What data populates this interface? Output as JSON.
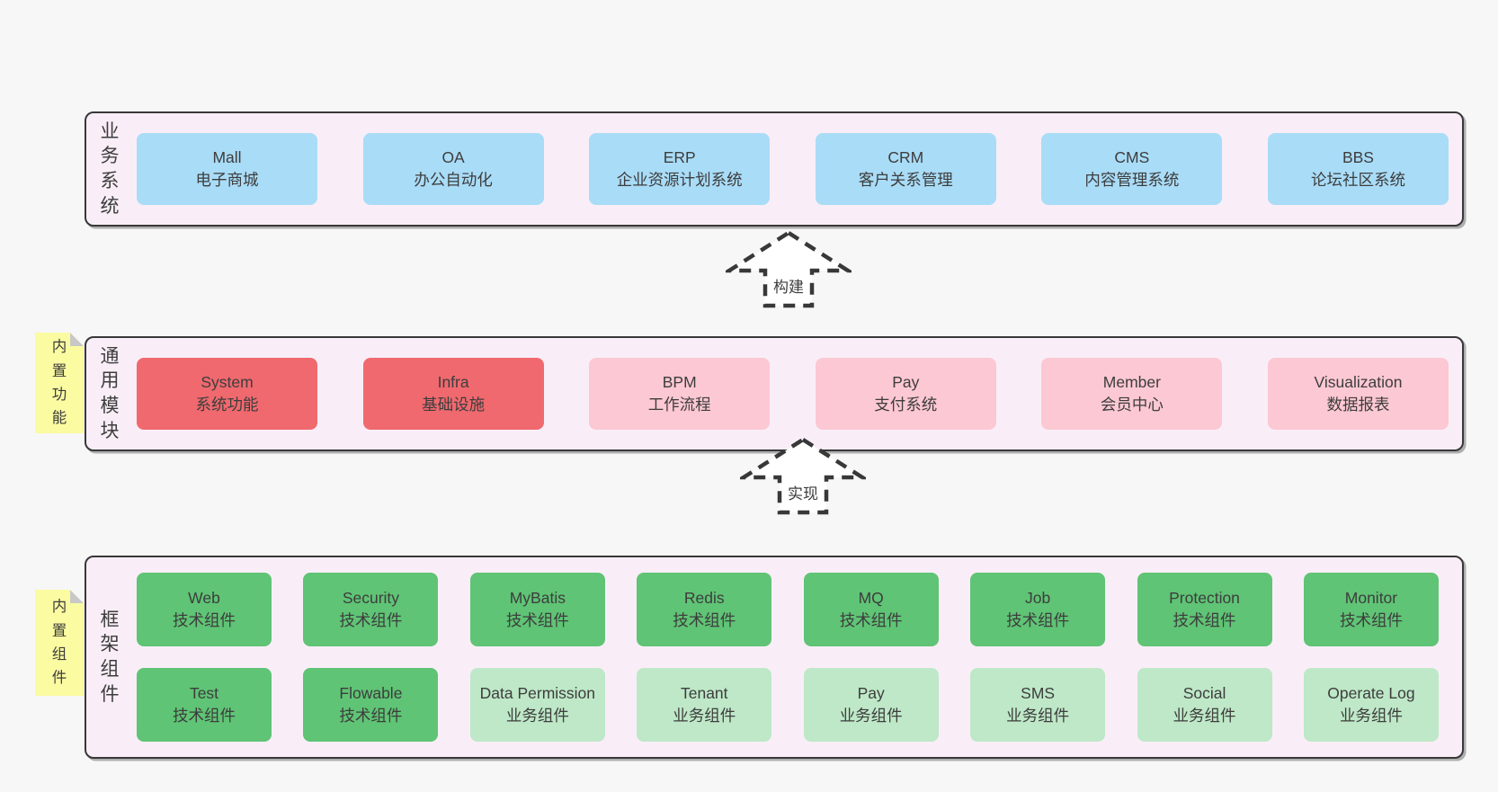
{
  "bands": [
    {
      "label": "业务系统",
      "boxes": [
        {
          "name": "Mall",
          "desc": "电子商城",
          "variant": "blue"
        },
        {
          "name": "OA",
          "desc": "办公自动化",
          "variant": "blue"
        },
        {
          "name": "ERP",
          "desc": "企业资源计划系统",
          "variant": "blue"
        },
        {
          "name": "CRM",
          "desc": "客户关系管理",
          "variant": "blue"
        },
        {
          "name": "CMS",
          "desc": "内容管理系统",
          "variant": "blue"
        },
        {
          "name": "BBS",
          "desc": "论坛社区系统",
          "variant": "blue"
        }
      ]
    },
    {
      "label": "通用模块",
      "sticky": "内置功能",
      "boxes": [
        {
          "name": "System",
          "desc": "系统功能",
          "variant": "red"
        },
        {
          "name": "Infra",
          "desc": "基础设施",
          "variant": "red"
        },
        {
          "name": "BPM",
          "desc": "工作流程",
          "variant": "pink"
        },
        {
          "name": "Pay",
          "desc": "支付系统",
          "variant": "pink"
        },
        {
          "name": "Member",
          "desc": "会员中心",
          "variant": "pink"
        },
        {
          "name": "Visualization",
          "desc": "数据报表",
          "variant": "pink"
        }
      ]
    },
    {
      "label": "框架组件",
      "sticky": "内置组件",
      "rows": [
        [
          {
            "name": "Web",
            "desc": "技术组件",
            "variant": "green"
          },
          {
            "name": "Security",
            "desc": "技术组件",
            "variant": "green"
          },
          {
            "name": "MyBatis",
            "desc": "技术组件",
            "variant": "green"
          },
          {
            "name": "Redis",
            "desc": "技术组件",
            "variant": "green"
          },
          {
            "name": "MQ",
            "desc": "技术组件",
            "variant": "green"
          },
          {
            "name": "Job",
            "desc": "技术组件",
            "variant": "green"
          },
          {
            "name": "Protection",
            "desc": "技术组件",
            "variant": "green"
          },
          {
            "name": "Monitor",
            "desc": "技术组件",
            "variant": "green"
          }
        ],
        [
          {
            "name": "Test",
            "desc": "技术组件",
            "variant": "green"
          },
          {
            "name": "Flowable",
            "desc": "技术组件",
            "variant": "green"
          },
          {
            "name": "Data Permission",
            "desc": "业务组件",
            "variant": "green-light"
          },
          {
            "name": "Tenant",
            "desc": "业务组件",
            "variant": "green-light"
          },
          {
            "name": "Pay",
            "desc": "业务组件",
            "variant": "green-light"
          },
          {
            "name": "SMS",
            "desc": "业务组件",
            "variant": "green-light"
          },
          {
            "name": "Social",
            "desc": "业务组件",
            "variant": "green-light"
          },
          {
            "name": "Operate Log",
            "desc": "业务组件",
            "variant": "green-light"
          }
        ]
      ]
    }
  ],
  "arrows": [
    {
      "label": "构建"
    },
    {
      "label": "实现"
    }
  ],
  "colors": {
    "page_bg": "#f7f7f7",
    "band_bg": "#f9eef7",
    "border": "#383838",
    "blue": "#a9dcf7",
    "red": "#f0696e",
    "pink": "#fcc8d3",
    "green": "#5fc475",
    "green_light": "#bee8c7",
    "sticky_yellow": "#fbfba1",
    "fold_gray": "#c8c8c8",
    "text": "#3d3d3d"
  }
}
